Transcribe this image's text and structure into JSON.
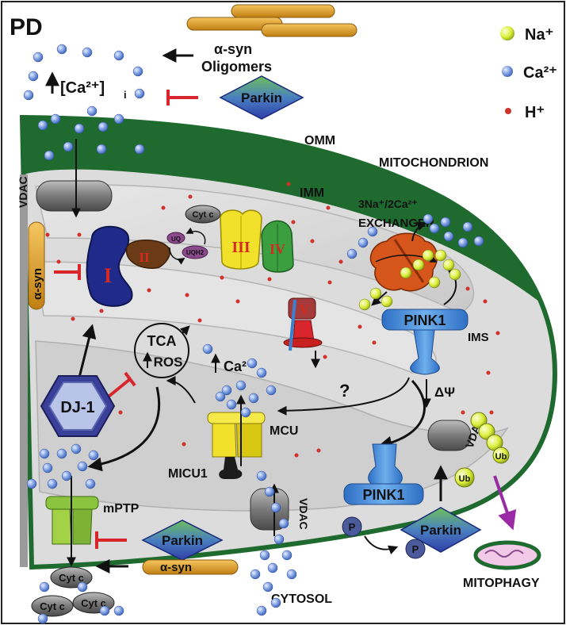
{
  "title": "PD",
  "legend": [
    {
      "label": "Na⁺",
      "color": "#d9ef3a"
    },
    {
      "label": "Ca²⁺",
      "color": "#6f93d8"
    },
    {
      "label": "H⁺",
      "color": "#d0322a"
    }
  ],
  "labels": {
    "asyn_oligomers_1": "α-syn",
    "asyn_oligomers_2": "Oligomers",
    "ca_i": "[Ca²⁺]",
    "ca_i_sub": "i",
    "parkin": "Parkin",
    "omm": "OMM",
    "mitochondrion": "MITOCHONDRION",
    "imm": "IMM",
    "exchanger_1": "3Na⁺/2Ca²⁺",
    "exchanger_2": "EXCHANGER",
    "vdac": "VDAC",
    "asyn": "α-syn",
    "cyt_c": "Cyt c",
    "uq": "UQ",
    "uqh2": "UQH2",
    "complex_1": "I",
    "complex_2": "II",
    "complex_3": "III",
    "complex_4": "IV",
    "complex_5": "V",
    "pink1": "PINK1",
    "ims": "IMS",
    "tca": "TCA",
    "ros": "ROS",
    "ca_mito": "Ca²⁺",
    "question": "?",
    "delta_psi": "ΔΨ",
    "dj1": "DJ-1",
    "mcu": "MCU",
    "micu1": "MICU1",
    "mptp": "mPTP",
    "ub": "Ub",
    "p": "P",
    "mitophagy": "MITOPHAGY",
    "cytosol": "CYTOSOL"
  },
  "colors": {
    "omm_green": "#1f6a2e",
    "inhibition_red": "#d8262c",
    "parkin_blue": "#3a4db8",
    "parkin_green": "#5aa84a",
    "pink1_blue": "#3a86d6",
    "complex1_blue": "#1f2a8a",
    "complex3_yellow": "#f1e12a",
    "complex4_green": "#3b9e3f",
    "asyn_orange": "#d99a2a",
    "mitophagy_purple": "#9a2aa6"
  }
}
